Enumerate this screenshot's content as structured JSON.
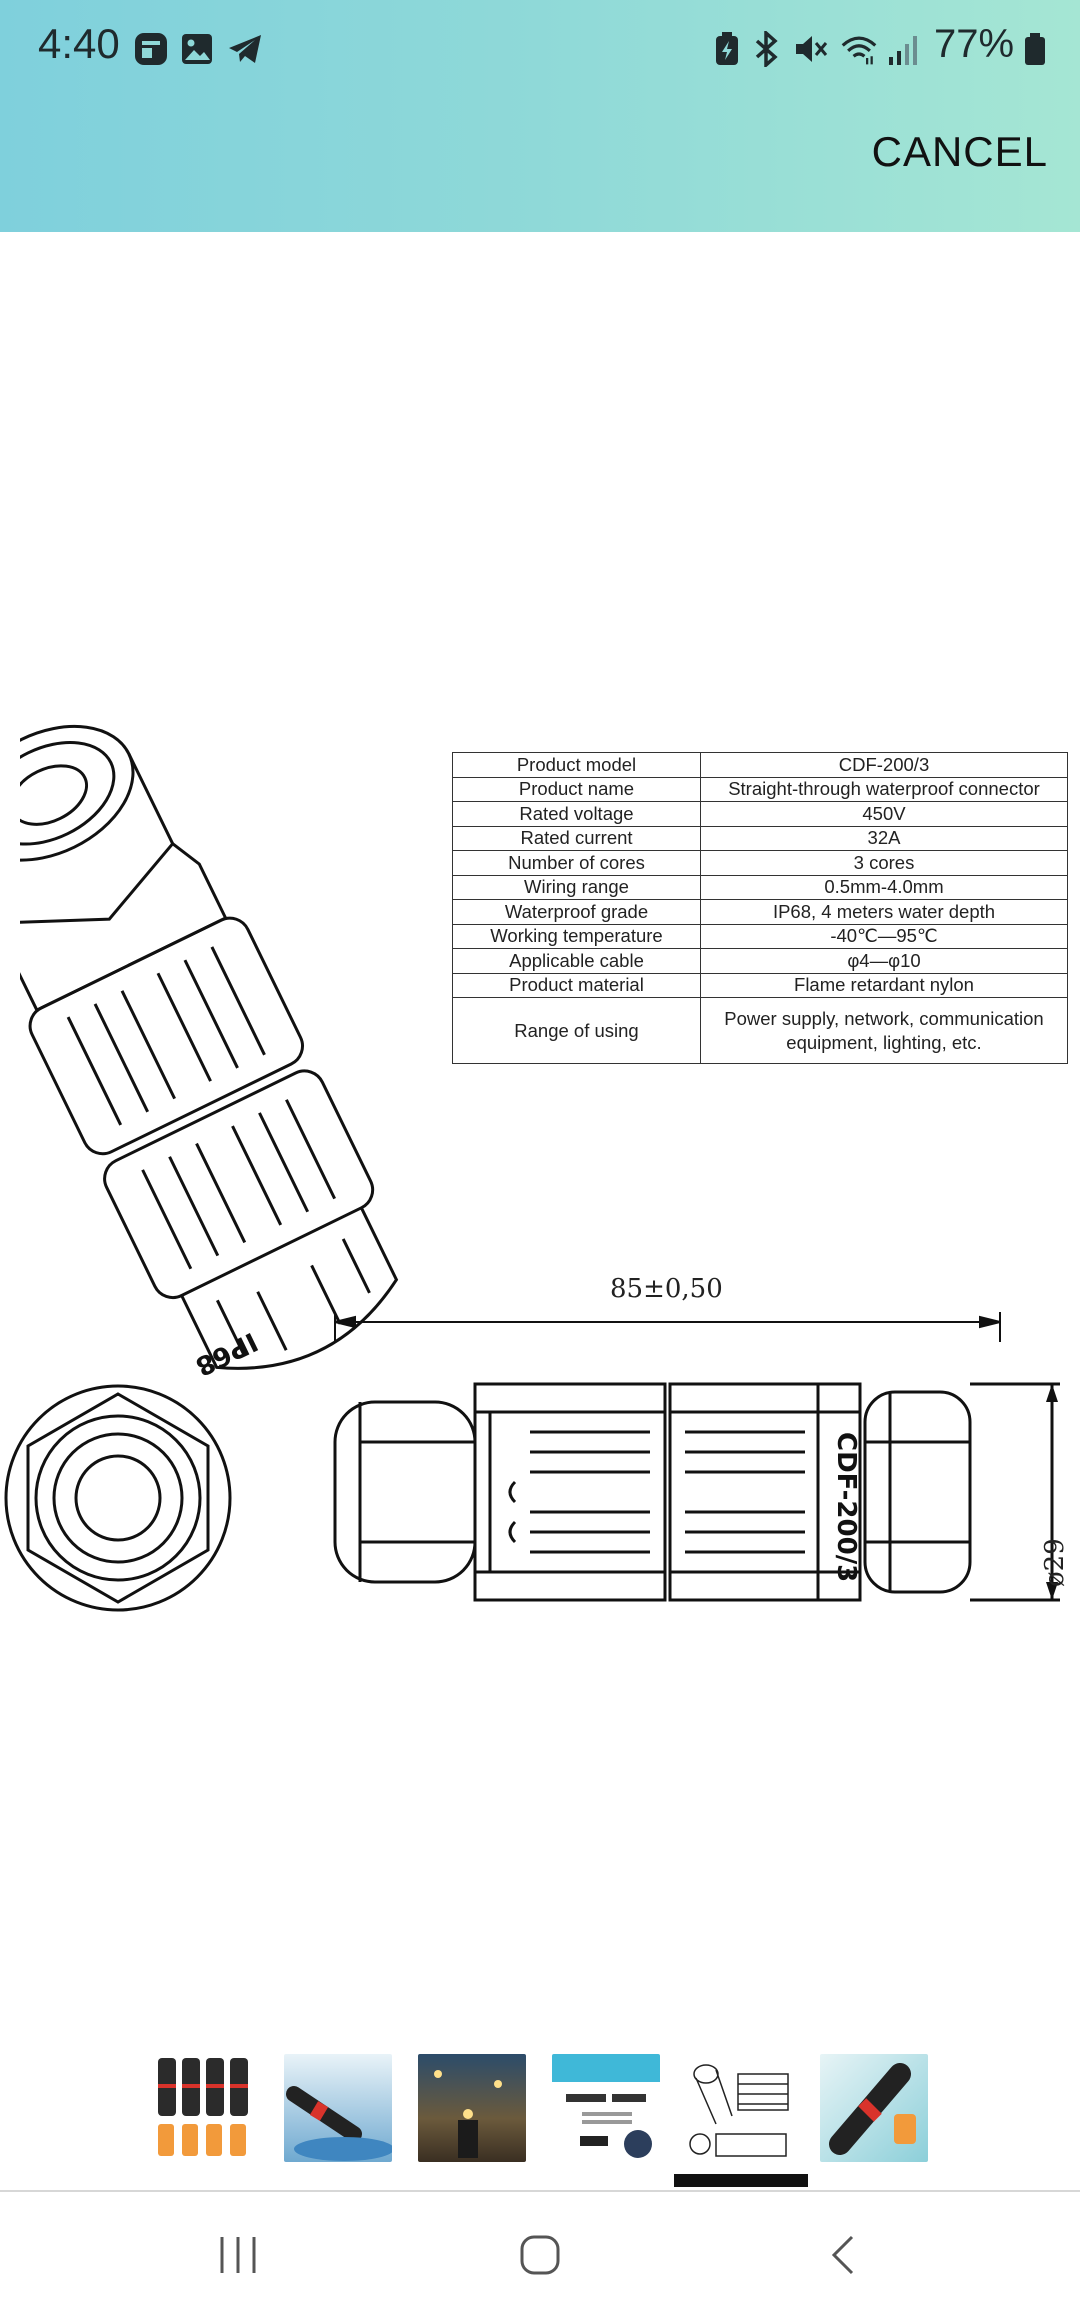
{
  "status_bar": {
    "time": "4:40",
    "battery_percent": "77%",
    "left_icons": [
      "notification-icon",
      "gallery-icon",
      "telegram-icon"
    ],
    "right_icons": [
      "battery-saver-icon",
      "bluetooth-icon",
      "mute-icon",
      "wifi-icon",
      "signal-icon",
      "battery-icon"
    ]
  },
  "header": {
    "cancel_label": "CANCEL",
    "gradient_start": "#7fd0dc",
    "gradient_end": "#a5e6d4"
  },
  "spec_table": {
    "rows": [
      {
        "key": "Product model",
        "value": "CDF-200/3"
      },
      {
        "key": "Product name",
        "value": "Straight-through waterproof connector"
      },
      {
        "key": "Rated voltage",
        "value": "450V"
      },
      {
        "key": "Rated current",
        "value": "32A"
      },
      {
        "key": "Number of cores",
        "value": "3 cores"
      },
      {
        "key": "Wiring range",
        "value": "0.5mm-4.0mm"
      },
      {
        "key": "Waterproof grade",
        "value": "IP68,  4 meters water depth"
      },
      {
        "key": "Working temperature",
        "value": "-40℃—95℃"
      },
      {
        "key": "Applicable cable",
        "value": "φ4—φ10"
      },
      {
        "key": "Product material",
        "value": "Flame retardant nylon"
      },
      {
        "key": "Range of using",
        "value": "Power supply, network, communication equipment, lighting, etc."
      }
    ]
  },
  "drawing": {
    "length_dimension": "85±0,50",
    "diameter_dimension": "ø29",
    "body_marking": "CDF-200/3",
    "ip_marking": "IP68"
  },
  "thumbnails": {
    "count": 6,
    "selected_index": 4,
    "items": [
      "thumb-connectors-set",
      "thumb-water-splash",
      "thumb-outdoor-lights",
      "thumb-installation-steps",
      "thumb-dimension-drawing",
      "thumb-connector-water"
    ]
  },
  "nav_bar": {
    "icons": [
      "recents-icon",
      "home-icon",
      "back-icon"
    ]
  }
}
